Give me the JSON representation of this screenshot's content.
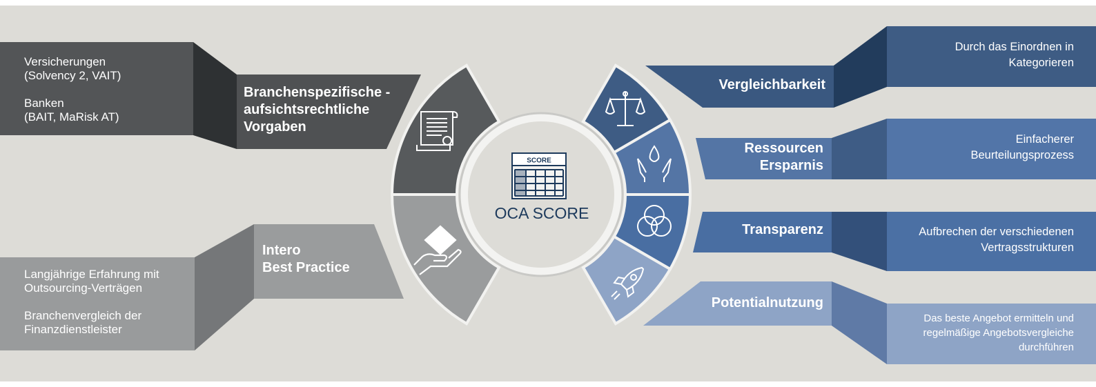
{
  "center": {
    "label": "OCA SCORE",
    "icon_text": "SCORE",
    "icon": "score-table-icon"
  },
  "left": [
    {
      "title": "Branchenspezifische -\naufsichtsrechtliche\nVorgaben",
      "description": "Versicherungen\n(Solvency 2, VAIT)\n\nBanken\n(BAIT, MaRisk AT)",
      "icon": "document-scroll-icon",
      "color": "#4d4f51"
    },
    {
      "title": "Intero\nBest Practice",
      "description": "Langjährige Erfahrung mit\nOutsourcing-Verträgen\n\nBranchenvergleich der\nFinanzdienstleister",
      "icon": "hand-diamond-icon",
      "color": "#9a9c9d"
    }
  ],
  "right": [
    {
      "title": "Vergleichbarkeit",
      "description": "Durch das Einordnen in\nKategorieren",
      "icon": "scales-icon",
      "color": "#3a5880"
    },
    {
      "title": "Ressourcen\nErsparnis",
      "description": "Einfacherer\nBeurteilungsprozess",
      "icon": "hands-water-drop-icon",
      "color": "#5475a5"
    },
    {
      "title": "Transparenz",
      "description": "Aufbrechen der verschiedenen\nVertragsstrukturen",
      "icon": "overlapping-circles-icon",
      "color": "#496ea2"
    },
    {
      "title": "Potentialnutzung",
      "description": "Das beste Angebot ermitteln  und\nregelmäßige Angebotsvergleiche\ndurchführen",
      "icon": "rocket-icon",
      "color": "#8ea4c6"
    }
  ]
}
